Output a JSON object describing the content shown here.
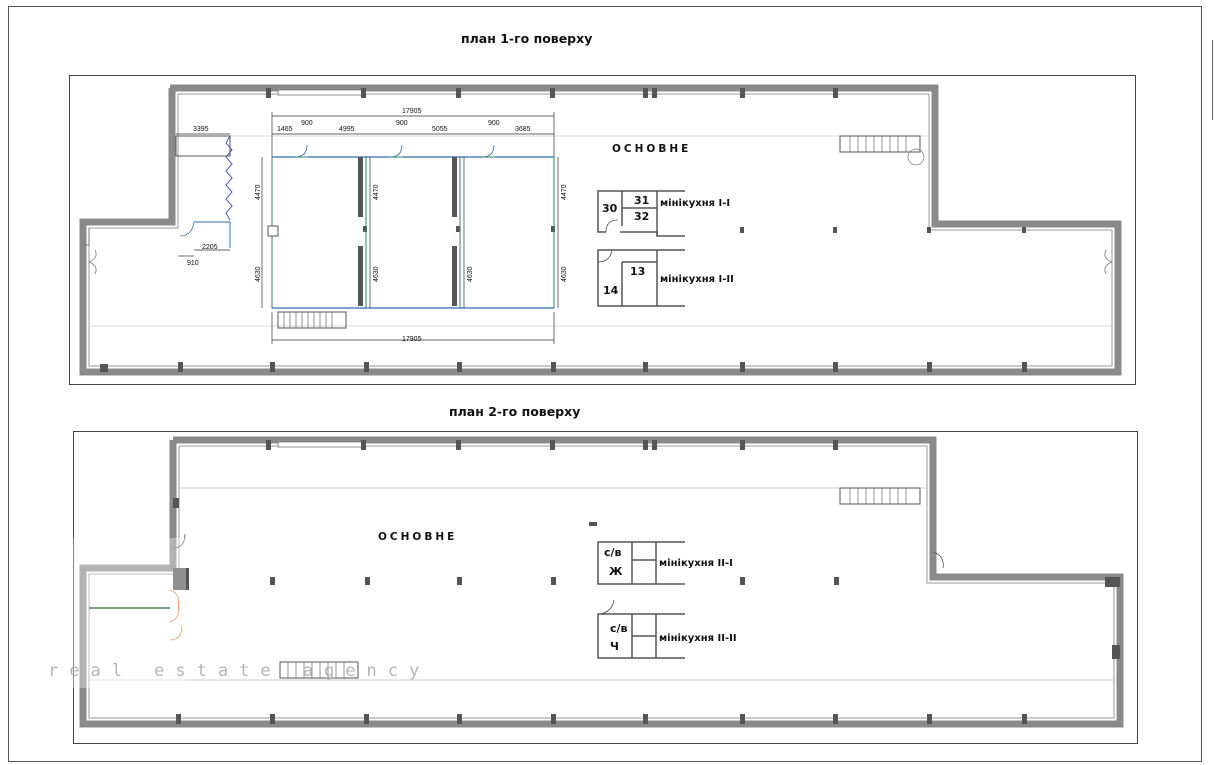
{
  "plan1": {
    "title": "план 1-го поверху",
    "main_label": "ОСНОВНЕ",
    "minikitchen_1": "мінікухня І-І",
    "minikitchen_2": "мінікухня І-ІІ",
    "rooms": {
      "r30": "30",
      "r31": "31",
      "r32": "32",
      "r13": "13",
      "r14": "14"
    },
    "dims": {
      "total_top": "17905",
      "total_bottom": "17905",
      "seg_1465": "1465",
      "seg_900_a": "900",
      "seg_4995": "4995",
      "seg_900_b": "900",
      "seg_5055": "5055",
      "seg_900_c": "900",
      "seg_3685": "3685",
      "h_4470_a": "4470",
      "h_4470_b": "4470",
      "h_4470_c": "4470",
      "h_4630_a": "4630",
      "h_4630_b": "4630",
      "h_4630_c": "4630",
      "h_4630_d": "4630",
      "w_3395": "3395",
      "w_2205": "2205",
      "w_910": "910"
    }
  },
  "plan2": {
    "title": "план 2-го поверху",
    "main_label": "ОСНОВНЕ",
    "minikitchen_1": "мінікухня ІІ-І",
    "minikitchen_2": "мінікухня ІІ-ІІ",
    "wc_1": "с/в",
    "wc_1_letter": "Ж",
    "wc_2": "с/в",
    "wc_2_letter": "Ч"
  },
  "watermark": "real estate agency",
  "colors": {
    "wall": "#8a8a8a",
    "line": "#444444",
    "partition": "#2e8b57",
    "partition_blue": "#2f6db5",
    "door_arc": "#d2691e",
    "window_blue": "#4a5ccf"
  }
}
